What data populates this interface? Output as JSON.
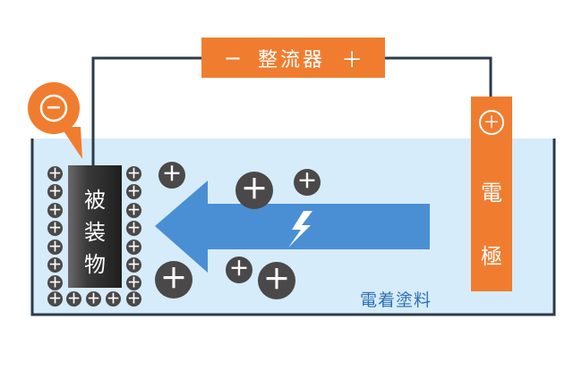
{
  "rectifier": {
    "minus": "−",
    "label": "整流器",
    "plus": "＋"
  },
  "electrode": {
    "symbol": "＋",
    "chars": [
      "電",
      "極"
    ]
  },
  "workpiece": {
    "chars": [
      "被",
      "装",
      "物"
    ]
  },
  "cathode_badge": {
    "symbol": "−"
  },
  "paint_label": "電着塗料",
  "ion_symbol": "＋",
  "colors": {
    "orange": "#f07d2f",
    "liquid": "#d6ecfa",
    "arrow": "#4a8fd4",
    "ion": "#4a4848",
    "workpiece": "#3a3a3a",
    "wire": "#2e3a4a",
    "paint_label": "#2e6fb5"
  }
}
